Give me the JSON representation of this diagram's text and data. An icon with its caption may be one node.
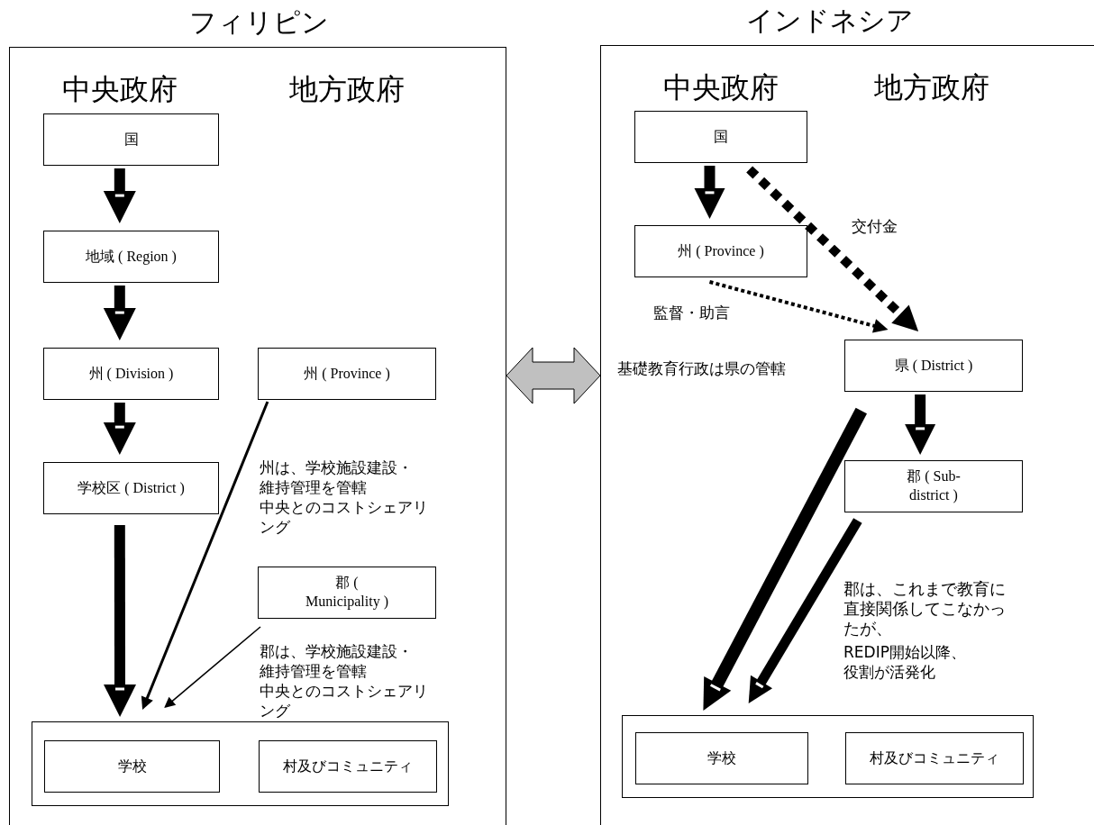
{
  "diagram": {
    "nodes": [
      {
        "text": [
          "フィリピン"
        ]
      },
      {
        "text": [
          "国"
        ],
        "in": 0
      },
      {
        "text": [
          "地域 ( Region )"
        ],
        "in": 0
      },
      {
        "text": [
          "州 ( Division )"
        ],
        "in": 0
      },
      {
        "text": [
          "州 ( Province )"
        ],
        "in": 0
      },
      {
        "text": [
          "学校区 ( District )"
        ],
        "in": 0
      },
      {
        "text": [
          "郡 ( Municipality )"
        ],
        "in": 0
      },
      {
        "text": [],
        "shape": "box",
        "in": 0
      },
      {
        "text": [
          "学校"
        ],
        "in": 7
      },
      {
        "text": [
          "村及びコミュニティ"
        ],
        "in": 7
      },
      {
        "text": [
          "インドネシア"
        ]
      },
      {
        "text": [
          "国"
        ],
        "in": 10
      },
      {
        "text": [
          "州 ( Province )"
        ],
        "in": 10
      },
      {
        "text": [
          "県 ( District )"
        ],
        "in": 10
      },
      {
        "text": [
          "郡 ( Sub-district )"
        ],
        "in": 10
      },
      {
        "text": [],
        "shape": "box",
        "in": 10
      },
      {
        "text": [
          "学校"
        ],
        "in": 15
      },
      {
        "text": [
          "村及びコミュニティ"
        ],
        "in": 15
      }
    ],
    "edges": [
      {
        "from": 1,
        "to": 2,
        "arrow": "to"
      },
      {
        "from": 2,
        "to": 3,
        "arrow": "to"
      },
      {
        "from": 3,
        "to": 5,
        "arrow": "to"
      },
      {
        "from": 5,
        "to": 7,
        "arrow": "to"
      },
      {
        "from": 4,
        "to": 7,
        "arrow": "to"
      },
      {
        "from": 6,
        "to": 7,
        "arrow": "to"
      },
      {
        "from": 11,
        "to": 12,
        "arrow": "to"
      },
      {
        "from": 11,
        "to": 13,
        "arrow": "to",
        "label": "交付金",
        "style": "dashed"
      },
      {
        "from": 12,
        "to": 13,
        "arrow": "to",
        "label": "監督・助言",
        "style": "dashed"
      },
      {
        "from": 13,
        "to": 14,
        "arrow": "to"
      },
      {
        "from": 13,
        "to": 15,
        "arrow": "to"
      },
      {
        "from": 14,
        "to": 15,
        "arrow": "to"
      },
      {
        "from": 0,
        "to": 10,
        "arrow": "both",
        "style": "thick",
        "color": "#c0c0c0"
      }
    ],
    "labels": [
      "中央政府",
      "地方政府",
      "州は、学校施設建設・維持管理を管轄",
      "中央とのコストシェアリング",
      "郡は、学校施設建設・維持管理を管轄",
      "中央とのコストシェアリング",
      "中央政府",
      "地方政府",
      "基礎教育行政は県の管轄",
      "郡は、これまで教育に直接関係してこなかったが、",
      "REDIP開始以降、役割が活発化"
    ]
  }
}
